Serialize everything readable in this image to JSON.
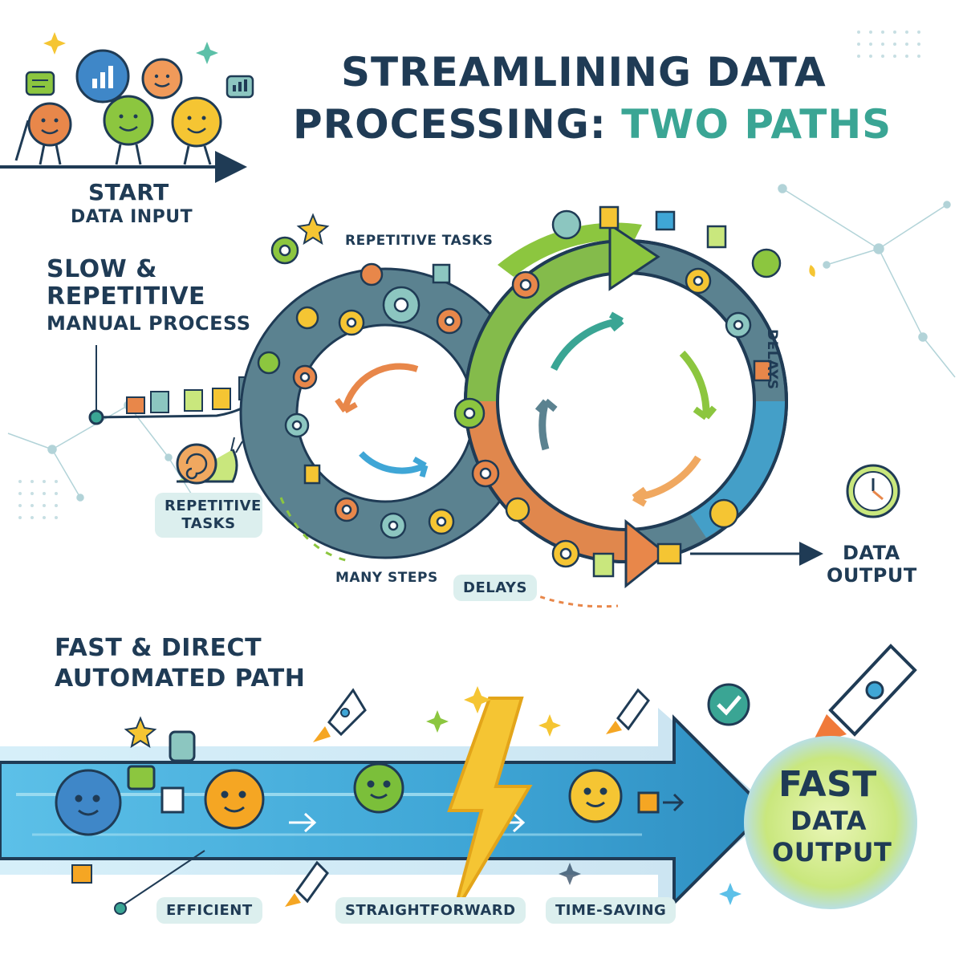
{
  "title": {
    "line1": "STREAMLINING DATA",
    "line2_a": "PROCESSING:",
    "line2_b": "TWO PATHS"
  },
  "start": {
    "line1": "START",
    "line2": "DATA INPUT"
  },
  "slow": {
    "line1": "SLOW &",
    "line2": "REPETITIVE",
    "line3": "MANUAL PROCESS"
  },
  "loop_labels": {
    "top": "REPETITIVE TASKS",
    "delays_side": "DELAYS",
    "many_steps": "MANY STEPS",
    "delays_bottom": "DELAYS"
  },
  "badge_repetitive": {
    "line1": "REPETITIVE",
    "line2": "TASKS"
  },
  "data_output": {
    "line1": "DATA",
    "line2": "OUTPUT"
  },
  "fast": {
    "line1": "FAST & DIRECT",
    "line2": "AUTOMATED PATH"
  },
  "fast_output": {
    "line1": "FAST",
    "line2": "DATA",
    "line3": "OUTPUT"
  },
  "benefits": [
    "EFFICIENT",
    "STRAIGHTFORWARD",
    "TIME-SAVING"
  ],
  "colors": {
    "navy": "#1f3b55",
    "teal": "#3aa594",
    "green": "#8cc63f",
    "orange": "#e8874a",
    "blue": "#4aa8d8",
    "slate": "#5b8290",
    "yellow": "#f5c533"
  }
}
